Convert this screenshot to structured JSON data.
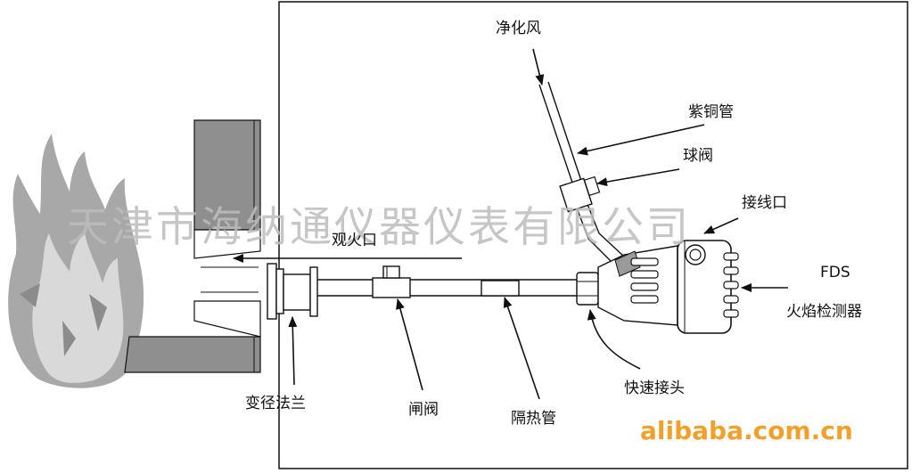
{
  "labels": {
    "purge_air": "净化风",
    "copper_tube": "紫铜管",
    "ball_valve": "球阀",
    "wiring_port": "接线口",
    "detector_model": "FDS",
    "flame_detector": "火焰检测器",
    "sight_hole": "观火口",
    "reducing_flange": "变径法兰",
    "gate_valve": "闸阀",
    "heat_insulation_tube": "隔热管",
    "quick_connector": "快速接头"
  },
  "watermark": {
    "company": "天津市海纳通仪器仪表有限公司",
    "site": "alibaba.com.cn"
  },
  "colors": {
    "flame_outer": "#a8a8a8",
    "flame_inner": "#d9d9d9",
    "burner_wall": "#8f8f8f",
    "line": "#111111",
    "site_logo": "#f2a02c"
  }
}
